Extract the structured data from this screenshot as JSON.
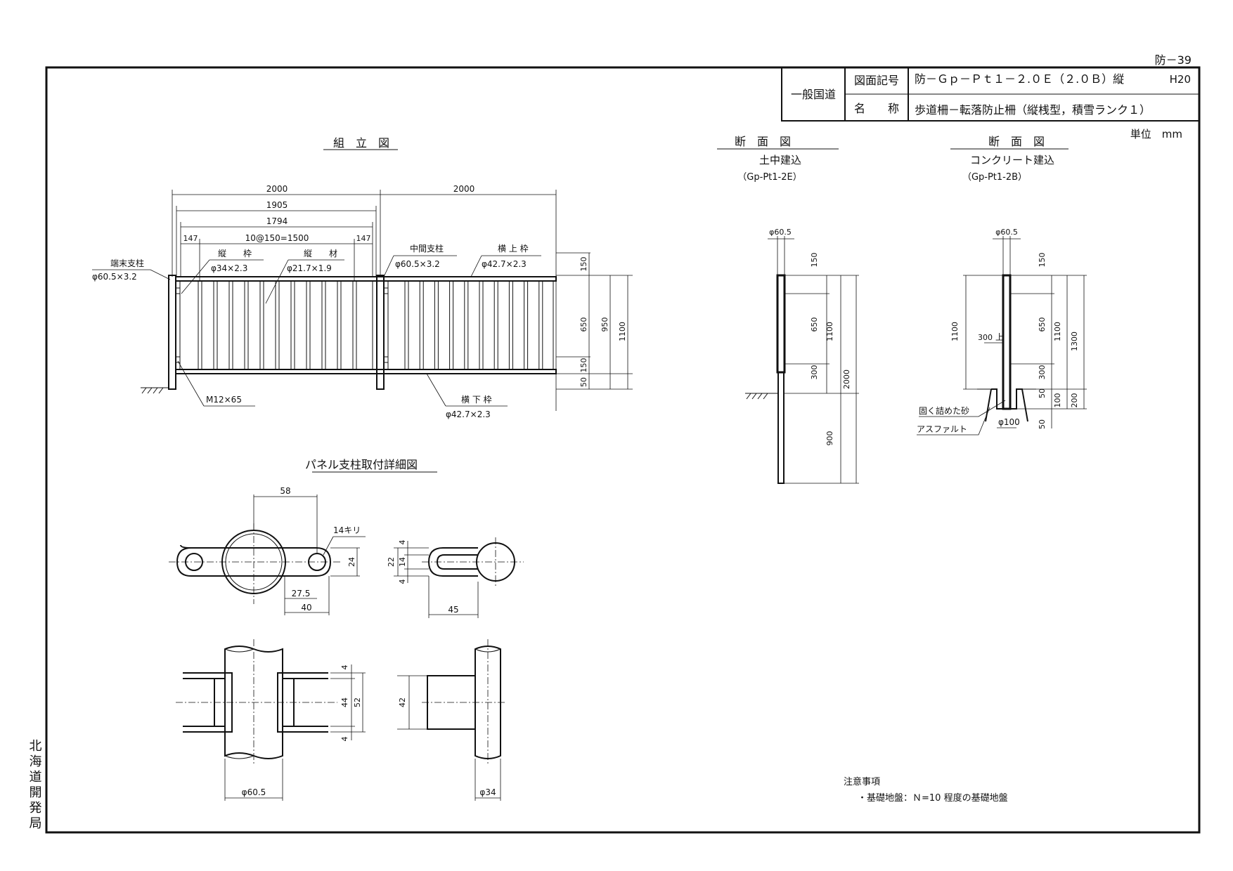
{
  "page_number": "防－39",
  "title_block": {
    "category": "一般国道",
    "label_code": "図面記号",
    "label_name": "名　　称",
    "code": "防－Ｇｐ－Ｐｔ１－２.０Ｅ（２.０Ｂ）縦",
    "year": "H20",
    "name": "歩道柵－転落防止柵（縦桟型，積雪ランク１）"
  },
  "unit_label": "単位　mm",
  "organization": "北海道開発局",
  "assembly": {
    "title": "組　立　図",
    "dims": {
      "span1": "2000",
      "span2": "2000",
      "d1905": "1905",
      "d1794": "1794",
      "d147a": "147",
      "pitch": "10@150=1500",
      "d147b": "147",
      "h150": "150",
      "h650": "650",
      "h950": "950",
      "h1100": "1100",
      "h150b": "150",
      "h50": "50"
    },
    "labels": {
      "end_post": "端末支柱",
      "end_post_spec": "φ60.5×3.2",
      "vframe": "縦　　枠",
      "vframe_spec": "φ34×2.3",
      "vbar": "縦　　材",
      "vbar_spec": "φ21.7×1.9",
      "mid_post": "中間支柱",
      "mid_post_spec": "φ60.5×3.2",
      "top_rail": "横 上 枠",
      "top_rail_spec": "φ42.7×2.3",
      "bolt": "M12×65",
      "bottom_rail": "横 下 枠",
      "bottom_rail_spec": "φ42.7×2.3"
    }
  },
  "section_soil": {
    "title": "断　面　図",
    "subtitle": "土中建込",
    "code": "（Gp-Pt1-2E）",
    "dims": {
      "dia": "φ60.5",
      "h150": "150",
      "h650": "650",
      "h1100": "1100",
      "h300": "300",
      "h2000": "2000",
      "h900": "900"
    }
  },
  "section_concrete": {
    "title": "断　面　図",
    "subtitle": "コンクリート建込",
    "code": "（Gp-Pt1-2B）",
    "dims": {
      "dia": "φ60.5",
      "h150": "150",
      "h1100l": "1100",
      "h300top": "300",
      "top_mark": "上",
      "h650": "650",
      "h1100": "1100",
      "h1300": "1300",
      "h300": "300",
      "h50a": "50",
      "h100": "100",
      "h200": "200",
      "h50b": "50",
      "base_dia": "φ100"
    },
    "labels": {
      "sand": "固く詰めた砂",
      "asphalt": "アスファルト"
    }
  },
  "detail": {
    "title": "パネル支柱取付詳細図",
    "dims": {
      "d58": "58",
      "hole": "14キリ",
      "d24": "24",
      "d27_5": "27.5",
      "d40": "40",
      "d22": "22",
      "d4a": "4",
      "d14": "14",
      "d4b": "4",
      "d45": "45",
      "d4c": "4",
      "d44": "44",
      "d52": "52",
      "d4d": "4",
      "d42": "42",
      "dia60": "φ60.5",
      "dia34": "φ34"
    }
  },
  "notes": {
    "title": "注意事項",
    "items": [
      "・基礎地盤：Ｎ=10 程度の基礎地盤"
    ]
  }
}
